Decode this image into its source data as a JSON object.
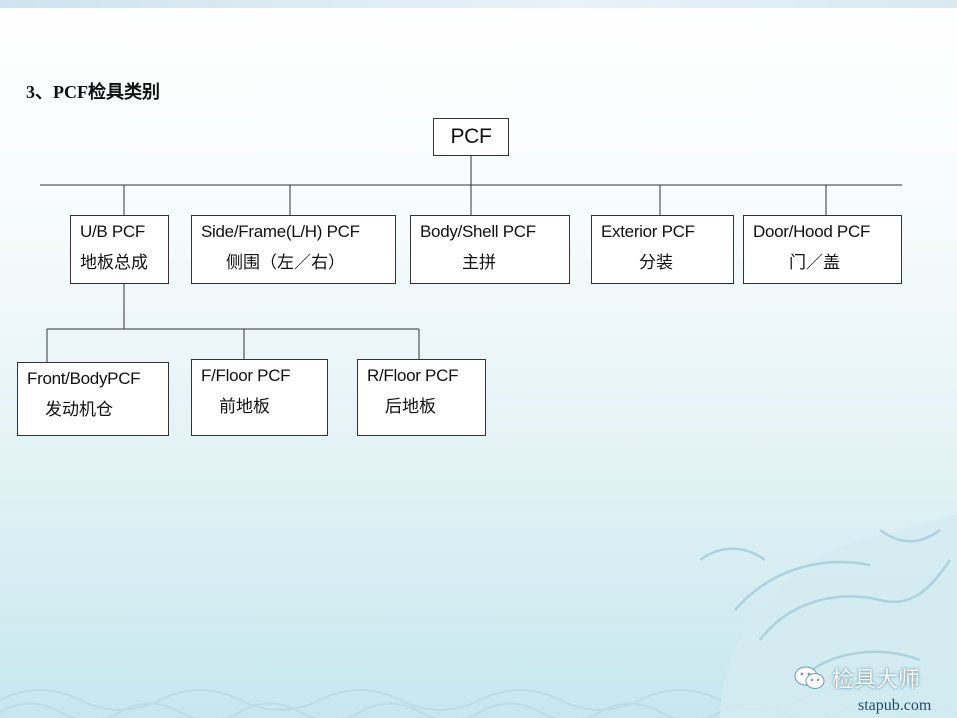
{
  "heading": "3、PCF检具类别",
  "root": {
    "label": "PCF"
  },
  "level1": [
    {
      "line1": "U/B PCF",
      "line2": "地板总成"
    },
    {
      "line1": "Side/Frame(L/H) PCF",
      "line2": "侧围（左／右）"
    },
    {
      "line1": "Body/Shell PCF",
      "line2": "主拼"
    },
    {
      "line1": "Exterior PCF",
      "line2": "分装"
    },
    {
      "line1": "Door/Hood PCF",
      "line2": "门／盖"
    }
  ],
  "level2": [
    {
      "line1": "Front/BodyPCF",
      "line2": "发动机仓"
    },
    {
      "line1": "F/Floor PCF",
      "line2": "前地板"
    },
    {
      "line1": "R/Floor PCF",
      "line2": "后地板"
    }
  ],
  "watermark": {
    "brand": "检具大师",
    "site": "stapub.com"
  },
  "icons": {
    "wechat": "wechat-icon"
  },
  "colors": {
    "line": "#333333",
    "box_border": "#333333",
    "brand_text": "#ffffff"
  }
}
